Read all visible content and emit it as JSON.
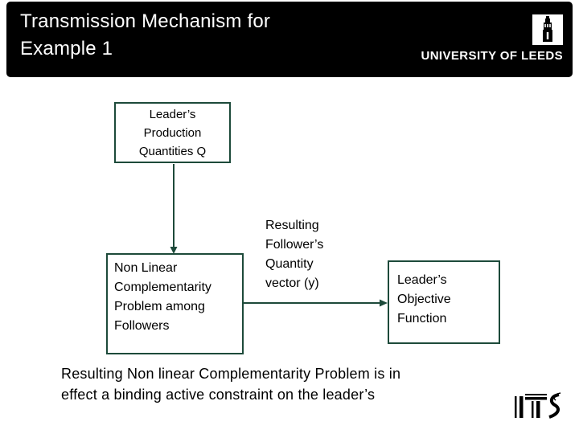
{
  "slide": {
    "header": {
      "title_lines": [
        "Transmission Mechanism for",
        "Example 1"
      ],
      "university_logo_text": "UNIVERSITY OF LEEDS",
      "bg_color": "#000000",
      "text_color": "#ffffff"
    },
    "diagram": {
      "line_color": "#1d4a3a",
      "box_leader_production": {
        "lines": [
          "Leader’s",
          "Production",
          "Quantities Q"
        ]
      },
      "box_nlcp": {
        "lines": [
          "Non Linear",
          "Complementarity",
          "Problem among",
          "Followers"
        ]
      },
      "label_result_vector": {
        "lines": [
          "Resulting",
          "Follower’s",
          "Quantity",
          "vector (y)"
        ]
      },
      "box_leader_objective": {
        "lines": [
          "Leader’s",
          "Objective",
          "Function"
        ]
      }
    },
    "footer": {
      "note_lines": [
        "Resulting Non linear Complementarity Problem is in",
        "effect a binding active constraint on the leader’s"
      ],
      "its_logo_text": "ITS"
    }
  }
}
